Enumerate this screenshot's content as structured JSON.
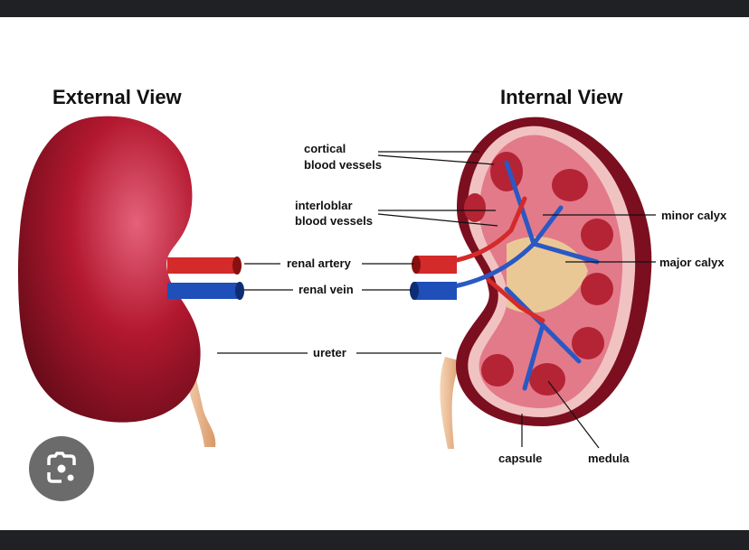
{
  "diagram": {
    "external_title": "External View",
    "internal_title": "Internal View",
    "labels": {
      "cortical_1": "cortical",
      "cortical_2": "blood vessels",
      "interlobar_1": "interloblar",
      "interlobar_2": "blood vessels",
      "renal_artery": "renal artery",
      "renal_vein": "renal vein",
      "ureter": "ureter",
      "minor_calyx": "minor calyx",
      "major_calyx": "major calyx",
      "capsule": "capsule",
      "medula": "medula"
    }
  },
  "viewer": {
    "lens_button_icon": "google-lens-icon"
  },
  "colors": {
    "frame": "#202124",
    "kidney": "#a8162b",
    "artery": "#d42a2a",
    "vein": "#1f4fb8",
    "ureter": "#e8b58a"
  }
}
